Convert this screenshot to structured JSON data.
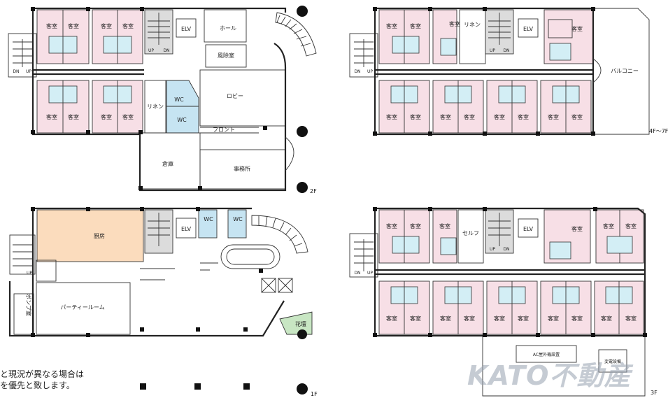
{
  "plans": {
    "floor_2": {
      "level_label": "2F",
      "rooms": {
        "guest": "客室",
        "elv": "ELV",
        "hall": "ホール",
        "windbreak": "風除室",
        "lobby": "ロビー",
        "linen": "リネン",
        "wc": "WC",
        "front": "フロント",
        "storage": "倉庫",
        "office": "事務所"
      },
      "stair_up": "UP",
      "stair_dn": "DN"
    },
    "floor_4_7": {
      "level_label": "4F～7F",
      "rooms": {
        "guest": "客室",
        "linen": "リネン",
        "elv": "ELV",
        "balcony": "バルコニー"
      },
      "stair_up": "UP",
      "stair_dn": "DN"
    },
    "floor_1": {
      "level_label": "1F",
      "rooms": {
        "kitchen": "厨房",
        "elv": "ELV",
        "wc": "WC",
        "party_room": "パーティールーム",
        "pump_room": "ポンプ室",
        "flower_bed": "花壇"
      },
      "stair_up": "UP"
    },
    "floor_3": {
      "level_label": "3F",
      "rooms": {
        "guest": "客室",
        "self": "セルフ",
        "elv": "ELV",
        "ac_outdoor": "AC屋外機設置",
        "transformer": "変電設備"
      },
      "stair_up": "UP",
      "stair_dn": "DN"
    }
  },
  "note": {
    "line1": "と現況が異なる場合は",
    "line2": "を優先と致します。"
  },
  "watermark": "KATO不動産",
  "colors": {
    "guest_room": "#f7dfe6",
    "bathroom": "#d3eef5",
    "wc": "#c6e4f2",
    "kitchen": "#fbdcbd",
    "flower_bed": "#c8e6c3",
    "service": "#dcdcdc"
  }
}
